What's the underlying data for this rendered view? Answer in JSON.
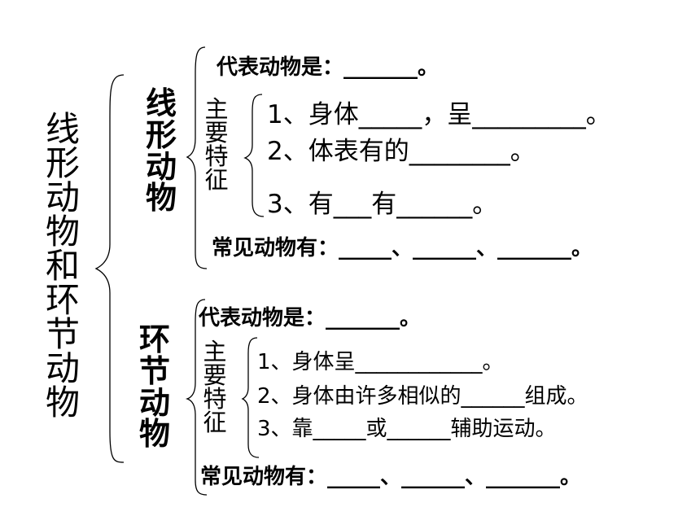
{
  "main_title_chars": [
    "线",
    "形",
    "动",
    "物",
    "和",
    "环",
    "节",
    "动",
    "物"
  ],
  "nematode": {
    "title_chars": [
      "线",
      "形",
      "动",
      "物"
    ],
    "representative": "代表动物是：_______。",
    "features_label_chars": [
      "主",
      "要",
      "特",
      "征"
    ],
    "features": [
      "1、身体_____，呈_________。",
      "2、体表有的________。",
      "3、有___有______。"
    ],
    "common": "常见动物有：_____、______、_______。"
  },
  "annelid": {
    "title_chars": [
      "环",
      "节",
      "动",
      "物"
    ],
    "representative": "代表动物是：_______。",
    "features_label_chars": [
      "主",
      "要",
      "特",
      "征"
    ],
    "features": [
      "1、身体呈____________。",
      "2、身体由许多相似的______组成。",
      "3、靠_____或______辅助运动。"
    ],
    "common": "常见动物有：_____、______、_______。"
  }
}
